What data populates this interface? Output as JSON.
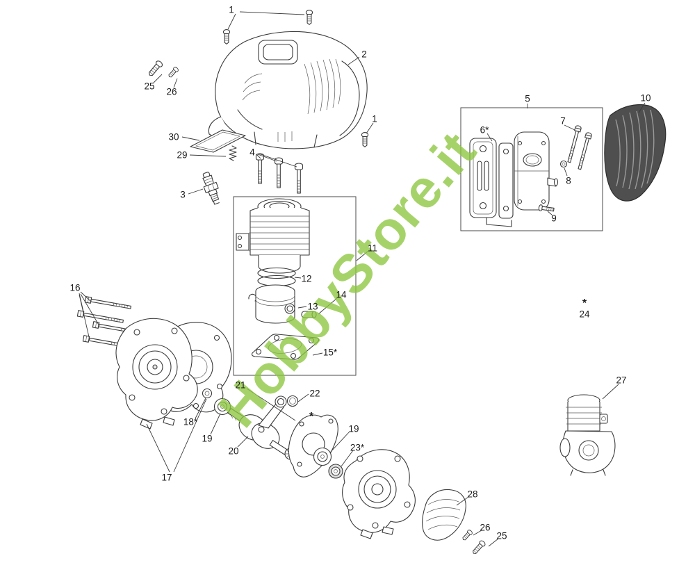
{
  "watermark": {
    "text": "HobbyStore.it",
    "color": "#8dc63f"
  },
  "colors": {
    "watermark": "#8dc63f",
    "line": "#3a3a3a",
    "shield_dark": "#4f4f4f",
    "background": "#ffffff"
  },
  "callouts": [
    {
      "label": "1"
    },
    {
      "label": "2"
    },
    {
      "label": "25"
    },
    {
      "label": "26"
    },
    {
      "label": "30"
    },
    {
      "label": "29"
    },
    {
      "label": "3"
    },
    {
      "label": "4"
    },
    {
      "label": "5"
    },
    {
      "label": "6*"
    },
    {
      "label": "7"
    },
    {
      "label": "8"
    },
    {
      "label": "9"
    },
    {
      "label": "10"
    },
    {
      "label": "1"
    },
    {
      "label": "11"
    },
    {
      "label": "12"
    },
    {
      "label": "14"
    },
    {
      "label": "13"
    },
    {
      "label": "15*"
    },
    {
      "label": "16"
    },
    {
      "label": "17"
    },
    {
      "label": "18*"
    },
    {
      "label": "19"
    },
    {
      "label": "20"
    },
    {
      "label": "21"
    },
    {
      "label": "*"
    },
    {
      "label": "22"
    },
    {
      "label": "19"
    },
    {
      "label": "23*"
    },
    {
      "label": "*"
    },
    {
      "label": "24"
    },
    {
      "label": "27"
    },
    {
      "label": "28"
    },
    {
      "label": "26"
    },
    {
      "label": "25"
    }
  ]
}
